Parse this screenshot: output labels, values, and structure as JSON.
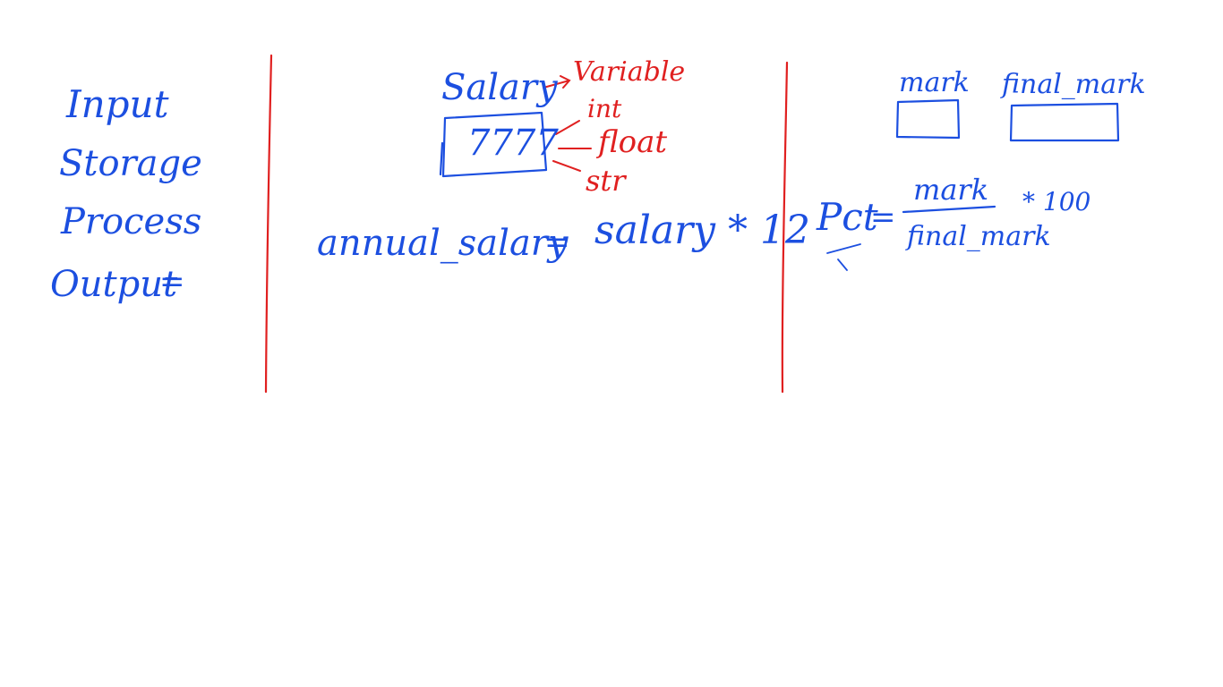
{
  "colors": {
    "blue_ink": "#1c4fe0",
    "red_ink": "#e02020",
    "background": "#ffffff"
  },
  "left_panel": {
    "items": [
      "Input",
      "Storage",
      "Process",
      "Output"
    ],
    "output_suffix": "="
  },
  "middle_panel": {
    "variable_name": "Salary",
    "variable_annotation": "Variable",
    "box_value": "7777",
    "types": [
      "int",
      "float",
      "str"
    ],
    "equation_lhs": "annual_salary",
    "equation_eq": "=",
    "equation_rhs": "salary * 12"
  },
  "right_panel": {
    "box1_label": "mark",
    "box2_label": "final_mark",
    "formula_lhs": "Pct",
    "formula_eq": "=",
    "numerator": "mark",
    "denominator": "final_mark",
    "multiplier": "* 100"
  }
}
